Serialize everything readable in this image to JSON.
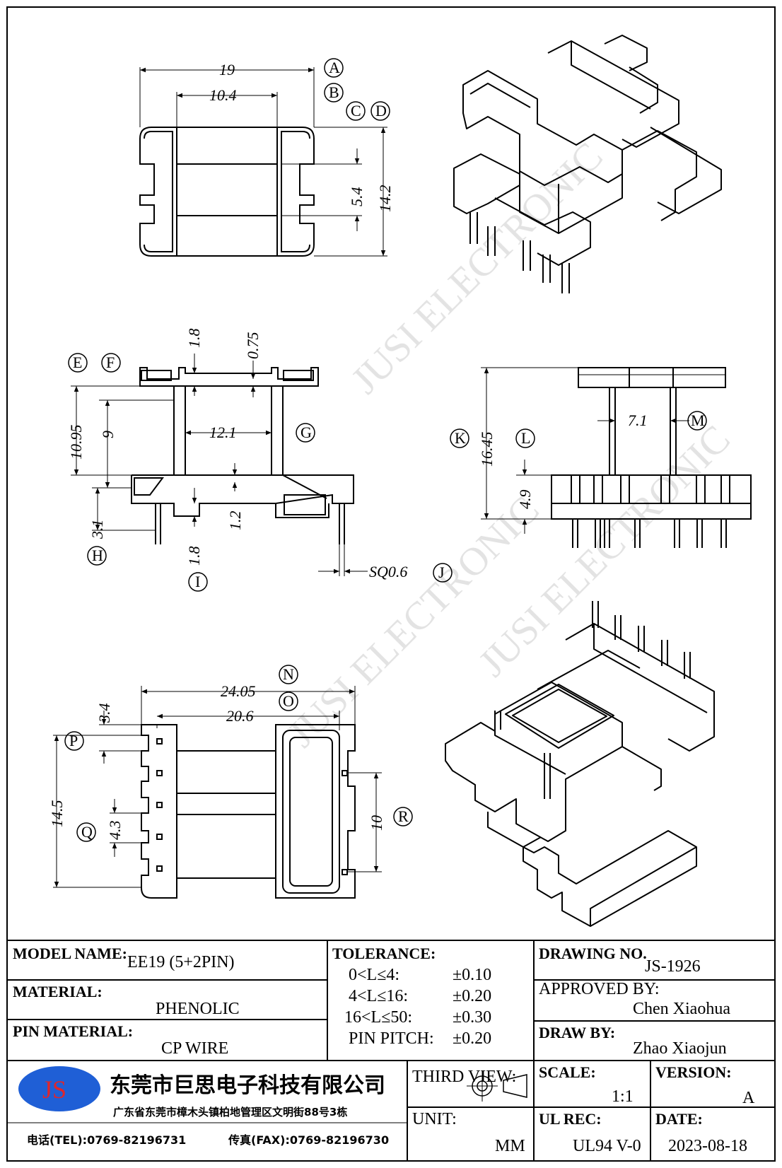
{
  "drawing": {
    "top_view": {
      "dims": {
        "overall_width": "19",
        "slot_width": "10.4",
        "slot_height": "5.4",
        "overall_height": "14.2"
      },
      "callouts": [
        "A",
        "B",
        "C",
        "D"
      ]
    },
    "front_view": {
      "dims": {
        "top_flange": "1.8",
        "wall": "0.75",
        "total_height": "10.95",
        "window_height": "9",
        "window_width": "12.1",
        "base_flange": "1.2",
        "base_height": "3.1",
        "bottom_flange": "1.8",
        "pin_size": "SQ0.6"
      },
      "callouts": [
        "E",
        "F",
        "G",
        "H",
        "I",
        "J"
      ]
    },
    "side_view": {
      "dims": {
        "height": "16.45",
        "width": "7.1",
        "base": "4.9"
      },
      "callouts": [
        "K",
        "L",
        "M"
      ]
    },
    "bottom_view": {
      "dims": {
        "length": "24.05",
        "inner_length": "20.6",
        "pin_row_span": "14.5",
        "pin_offset": "3.4",
        "pin_pitch": "4.3",
        "right_pitch": "10"
      },
      "callouts": [
        "N",
        "O",
        "P",
        "Q",
        "R"
      ]
    },
    "watermark": "JUSI ELECTRONIC"
  },
  "title_block": {
    "model_name_label": "MODEL NAME:",
    "model_name": "EE19 (5+2PIN)",
    "material_label": "MATERIAL:",
    "material": "PHENOLIC",
    "pin_material_label": "PIN MATERIAL:",
    "pin_material": "CP WIRE",
    "tolerance_label": "TOLERANCE:",
    "tolerances": [
      {
        "range": "0<L≤4:",
        "value": "±0.10"
      },
      {
        "range": "4<L≤16:",
        "value": "±0.20"
      },
      {
        "range": "16<L≤50:",
        "value": "±0.30"
      },
      {
        "range": "PIN PITCH:",
        "value": "±0.20"
      }
    ],
    "drawing_no_label": "DRAWING NO.",
    "drawing_no": "JS-1926",
    "approved_by_label": "APPROVED BY:",
    "approved_by": "Chen Xiaohua",
    "draw_by_label": "DRAW BY:",
    "draw_by": "Zhao Xiaojun",
    "third_view_label": "THIRD VIEW:",
    "unit_label": "UNIT:",
    "unit": "MM",
    "scale_label": "SCALE:",
    "scale": "1:1",
    "version_label": "VERSION:",
    "version": "A",
    "ul_rec_label": "UL REC:",
    "ul_rec": "UL94 V-0",
    "date_label": "DATE:",
    "date": "2023-08-18",
    "company": {
      "logo": "JS",
      "name": "东莞市巨思电子科技有限公司",
      "address": "广东省东莞市樟木头镇柏地管理区文明街88号3栋",
      "tel": "电话(TEL):0769-82196731",
      "fax": "传真(FAX):0769-82196730"
    }
  },
  "colors": {
    "line": "#000000",
    "watermark": "#d9d9d9",
    "logo_fill": "#1f5fd6",
    "logo_text": "#e0262b"
  }
}
